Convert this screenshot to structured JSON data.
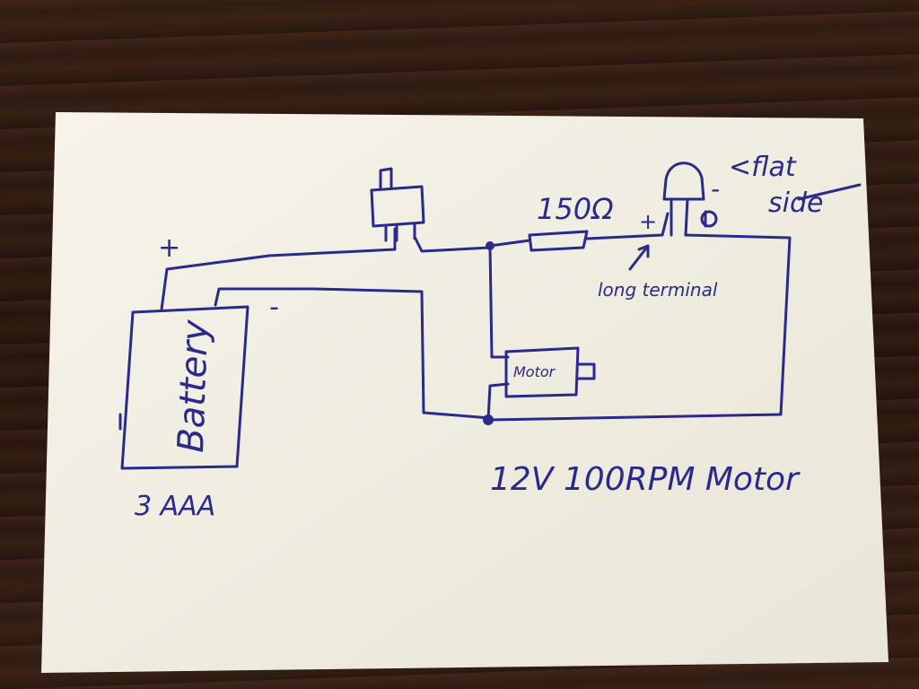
{
  "labels": {
    "battery": "Battery",
    "battery_plus": "+",
    "battery_minus": "-",
    "battery_type": "3 AAA",
    "resistor": "150Ω",
    "led_plus": "+",
    "led_minus": "-",
    "flat_side_line1": "<flat",
    "flat_side_line2": "side",
    "long_terminal": "long terminal",
    "motor": "Motor",
    "motor_spec": "12V 100RPM Motor"
  },
  "colors": {
    "ink": "#2a2a8c",
    "paper": "#f2efe4",
    "table": "#2a1a12"
  }
}
